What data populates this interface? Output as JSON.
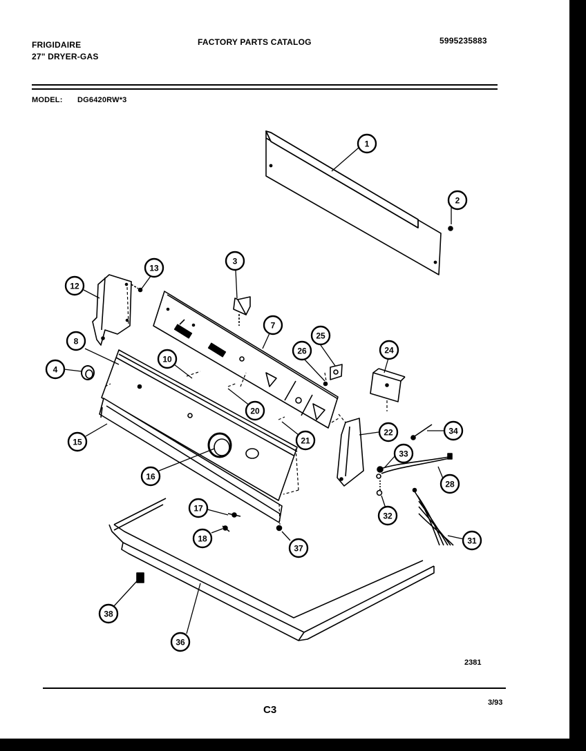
{
  "header": {
    "brand": "FRIGIDAIRE",
    "subtitle": "27\" DRYER-GAS",
    "catalog_title": "FACTORY PARTS CATALOG",
    "part_number": "5995235883",
    "model_label": "MODEL:",
    "model_value": "DG6420RW*3"
  },
  "footer": {
    "drawing_number": "2381",
    "page_code": "C3",
    "date": "3/93"
  },
  "callouts": [
    "1",
    "2",
    "3",
    "4",
    "7",
    "8",
    "10",
    "12",
    "13",
    "15",
    "16",
    "17",
    "18",
    "20",
    "21",
    "22",
    "24",
    "25",
    "26",
    "28",
    "31",
    "32",
    "33",
    "34",
    "36",
    "37",
    "38"
  ]
}
